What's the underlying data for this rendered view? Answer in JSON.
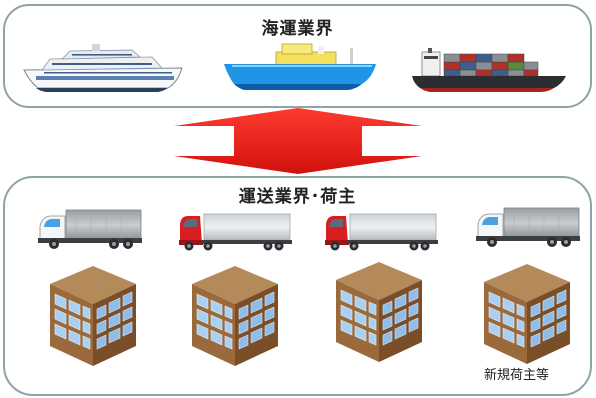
{
  "top_section": {
    "title": "海運業界"
  },
  "arrow": {
    "direction": "bidirectional-vertical",
    "color": "#e8211c"
  },
  "bottom_section": {
    "title": "運送業界･荷主",
    "note": "新規荷主等"
  },
  "icons": {
    "ships": [
      "ferry-icon",
      "tanker-ship-icon",
      "container-ship-icon"
    ],
    "trucks": [
      "box-truck-icon",
      "semi-truck-icon",
      "semi-truck-icon",
      "box-truck-icon"
    ],
    "buildings": [
      "office-building-icon",
      "office-building-icon",
      "office-building-icon",
      "office-building-icon"
    ]
  }
}
